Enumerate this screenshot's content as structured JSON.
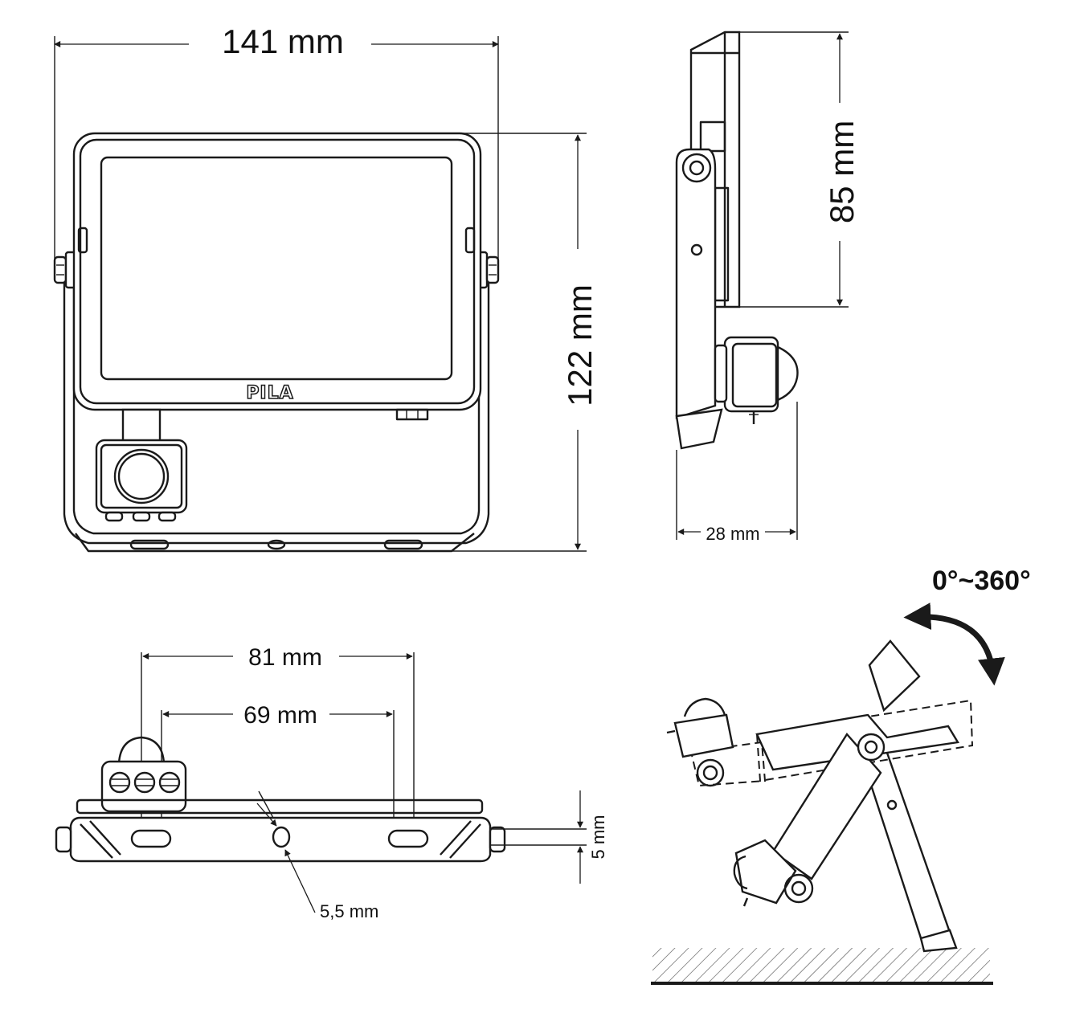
{
  "brand": {
    "logo_text": "PILA"
  },
  "dimensions": {
    "width": "141 mm",
    "height": "122 mm",
    "depth_body": "85 mm",
    "thickness": "28 mm",
    "mount_outer": "81 mm",
    "mount_inner": "69 mm",
    "hole_diameter": "5,5 mm",
    "bracket_thickness": "5 mm"
  },
  "rotation": {
    "label": "0°~360°"
  }
}
